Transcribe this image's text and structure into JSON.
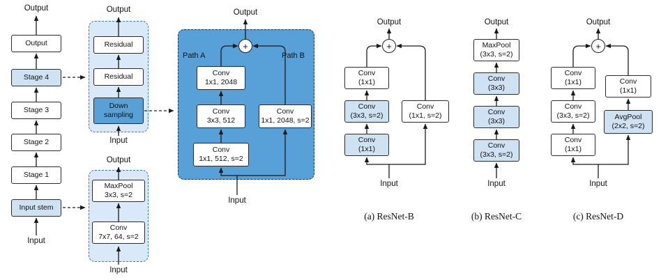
{
  "common": {
    "output": "Output",
    "input": "Input",
    "plus": "+"
  },
  "colors": {
    "light_blue": "#cfe2f3",
    "mid_blue": "#58a0d8",
    "container_blue": "#d9e9f9",
    "dashed_dark": "#17365d",
    "dashed_blue": "#3a78c3"
  },
  "overview": {
    "boxes": [
      {
        "label": "Output"
      },
      {
        "label": "Stage 4"
      },
      {
        "label": "Stage 3"
      },
      {
        "label": "Stage 2"
      },
      {
        "label": "Stage 1"
      },
      {
        "label": "Input stem"
      }
    ]
  },
  "stage_detail": {
    "residual_top": "Residual",
    "residual_bottom": "Residual",
    "downsampling": {
      "line1": "Down",
      "line2": "sampling"
    }
  },
  "input_stem_detail": {
    "maxpool": {
      "line1": "MaxPool",
      "line2": "3x3, s=2"
    },
    "conv": {
      "line1": "Conv",
      "line2": "7x7, 64, s=2"
    }
  },
  "downsampling_detail": {
    "path_a": "Path A",
    "path_b": "Path B",
    "a1": {
      "line1": "Conv",
      "line2": "1x1, 2048"
    },
    "a2": {
      "line1": "Conv",
      "line2": "3x3, 512"
    },
    "a3": {
      "line1": "Conv",
      "line2": "1x1, 512, s=2"
    },
    "b1": {
      "line1": "Conv",
      "line2": "1x1, 2048, s=2"
    }
  },
  "resnet_b": {
    "caption": "(a) ResNet-B",
    "a1": {
      "line1": "Conv",
      "line2": "(1x1)"
    },
    "a2": {
      "line1": "Conv",
      "line2": "(3x3, s=2)"
    },
    "a3": {
      "line1": "Conv",
      "line2": "(1x1)"
    },
    "b1": {
      "line1": "Conv",
      "line2": "(1x1, s=2)"
    }
  },
  "resnet_c": {
    "caption": "(b) ResNet-C",
    "boxes": [
      {
        "line1": "MaxPool",
        "line2": "(3x3, s=2)"
      },
      {
        "line1": "Conv",
        "line2": "(3x3)"
      },
      {
        "line1": "Conv",
        "line2": "(3x3)"
      },
      {
        "line1": "Conv",
        "line2": "(3x3, s=2)"
      }
    ]
  },
  "resnet_d": {
    "caption": "(c) ResNet-D",
    "a1": {
      "line1": "Conv",
      "line2": "(1x1)"
    },
    "a2": {
      "line1": "Conv",
      "line2": "(3x3, s=2)"
    },
    "a3": {
      "line1": "Conv",
      "line2": "(1x1)"
    },
    "b1": {
      "line1": "Conv",
      "line2": "(1x1)"
    },
    "b2": {
      "line1": "AvgPool",
      "line2": "(2x2, s=2)"
    }
  }
}
